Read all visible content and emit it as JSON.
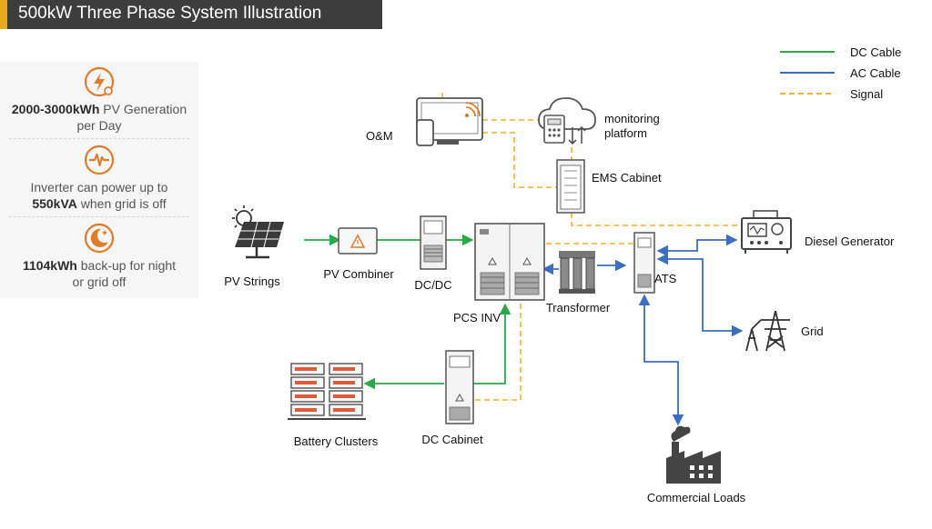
{
  "title": "500kW Three Phase System Illustration",
  "colors": {
    "dc_cable": "#2aa84a",
    "ac_cable": "#3b6ec1",
    "signal": "#f0b22c",
    "accent": "#e6a91c",
    "title_bg": "#3d3d3d",
    "icon_orange": "#e07b2a"
  },
  "legend": [
    {
      "label": "DC Cable",
      "style": "solid-green"
    },
    {
      "label": "AC Cable",
      "style": "solid-blue"
    },
    {
      "label": "Signal",
      "style": "dashed-orange"
    }
  ],
  "features": [
    {
      "icon": "lightning-icon",
      "bold": "2000-3000kWh",
      "rest1": " PV Generation",
      "rest2": "per Day"
    },
    {
      "icon": "waveform-icon",
      "line1": "Inverter can power up to",
      "bold": "550kVA",
      "rest": " when grid is off"
    },
    {
      "icon": "moon-icon",
      "bold": "1104kWh",
      "rest1": " back-up for night",
      "rest2": "or grid off"
    }
  ],
  "components": {
    "om": "O&M",
    "monitoring": [
      "monitoring",
      "platform"
    ],
    "ems": "EMS Cabinet",
    "diesel": "Diesel Generator",
    "pv_strings": "PV Strings",
    "pv_combiner": "PV Combiner",
    "dcdc": "DC/DC",
    "pcs": "PCS INV",
    "transformer": "Transformer",
    "ats": "ATS",
    "grid": "Grid",
    "battery": "Battery Clusters",
    "dc_cabinet": "DC Cabinet",
    "loads": "Commercial Loads"
  }
}
